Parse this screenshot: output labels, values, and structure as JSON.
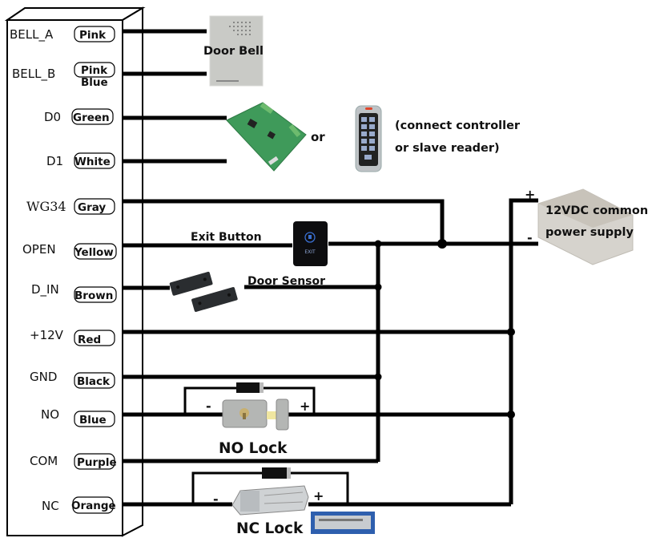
{
  "controller": {
    "pins": [
      {
        "pin": "BELL_A",
        "wire": "Pink"
      },
      {
        "pin": "BELL_B",
        "wire": "Pink",
        "wire2": "Blue"
      },
      {
        "pin": "D0",
        "wire": "Green"
      },
      {
        "pin": "D1",
        "wire": "White"
      },
      {
        "pin": "WG34",
        "wire": "Gray"
      },
      {
        "pin": "OPEN",
        "wire": "Yellow"
      },
      {
        "pin": "D_IN",
        "wire": "Brown"
      },
      {
        "pin": "+12V",
        "wire": "Red"
      },
      {
        "pin": "GND",
        "wire": "Black"
      },
      {
        "pin": "NO",
        "wire": "Blue"
      },
      {
        "pin": "COM",
        "wire": "Purple"
      },
      {
        "pin": "NC",
        "wire": "Orange"
      }
    ]
  },
  "devices": {
    "door_bell": "Door Bell",
    "or_label": "or",
    "reader_note_line1": "(connect controller",
    "reader_note_line2": "or slave reader)",
    "exit_button": "Exit Button",
    "exit_button_face": "EXIT",
    "door_sensor": "Door Sensor",
    "power_supply_line1": "12VDC common",
    "power_supply_line2": "power supply",
    "psu_plus": "+",
    "psu_minus": "-",
    "no_lock": "NO Lock",
    "nc_lock": "NC Lock",
    "minus": "-",
    "plus": "+"
  },
  "colors": {
    "wire": "#000000",
    "bell_gray": "#c9cac6",
    "pcb_green": "#3f9a5a",
    "keypad_body": "#bfc3c6",
    "keypad_led": "#e0452a",
    "exit_face": "#0d0d0f",
    "exit_icon": "#3a6fd0",
    "sensor_black": "#2a2d30",
    "lock_silver": "#b4b6b4",
    "maglock_blue": "#2e5fae"
  }
}
